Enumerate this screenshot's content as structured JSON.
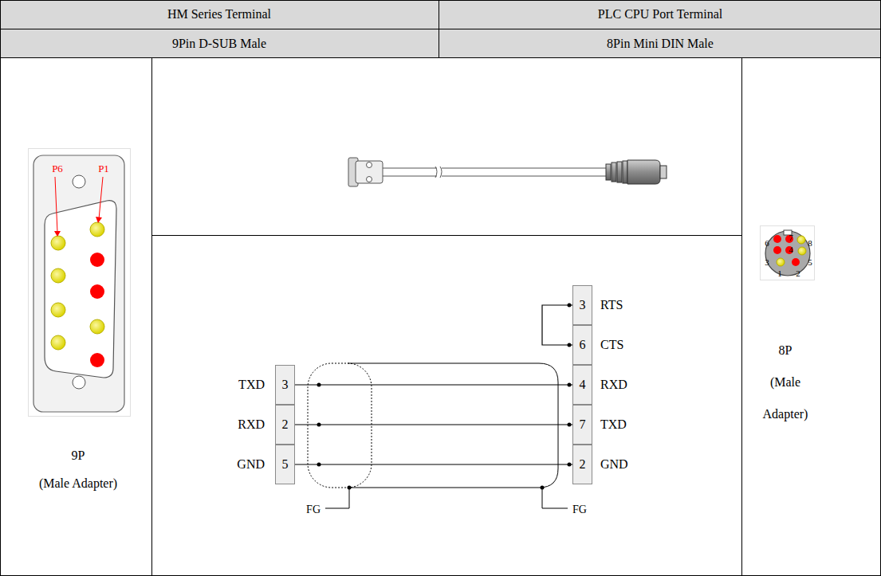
{
  "diagram": {
    "nodes": [
      {
        "text": [
          "3"
        ]
      },
      {
        "text": [
          "6"
        ]
      },
      {
        "text": [
          "3"
        ]
      },
      {
        "text": [
          "4"
        ]
      },
      {
        "text": [
          "2"
        ]
      },
      {
        "text": [
          "7"
        ]
      },
      {
        "text": [
          "5"
        ]
      },
      {
        "text": [
          "2"
        ]
      }
    ],
    "edges": [
      {
        "from": 2,
        "to": 3,
        "arrow": "none"
      },
      {
        "from": 4,
        "to": 5,
        "arrow": "none"
      },
      {
        "from": 6,
        "to": 7,
        "arrow": "none"
      },
      {
        "from": 0,
        "to": 1,
        "arrow": "none"
      }
    ],
    "labels": [
      "HM Series Terminal",
      "PLC CPU Port Terminal",
      "9Pin D-SUB Male",
      "8Pin Mini DIN Male",
      "P6",
      "P1",
      "RTS",
      "CTS",
      "TXD",
      "RXD",
      "RXD",
      "TXD",
      "GND",
      "GND",
      "FG",
      "FG",
      "9P",
      "(Male Adapter)",
      "6",
      "7",
      "8",
      "4",
      "3",
      "5",
      "1",
      "2",
      "8P",
      "(Male Adapter)"
    ]
  }
}
